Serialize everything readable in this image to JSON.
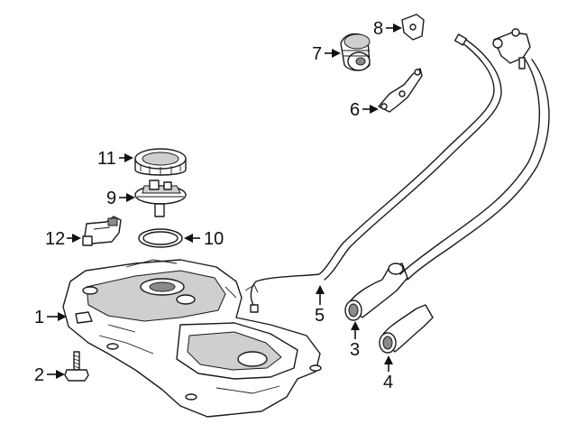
{
  "diagram": {
    "colors": {
      "line": "#1a1a1a",
      "shade": "#cfcfcf",
      "dark": "#8a8a8a",
      "background": "#ffffff"
    },
    "callouts": {
      "c1": "1",
      "c2": "2",
      "c3": "3",
      "c4": "4",
      "c5": "5",
      "c6": "6",
      "c7": "7",
      "c8": "8",
      "c9": "9",
      "c10": "10",
      "c11": "11",
      "c12": "12"
    }
  }
}
